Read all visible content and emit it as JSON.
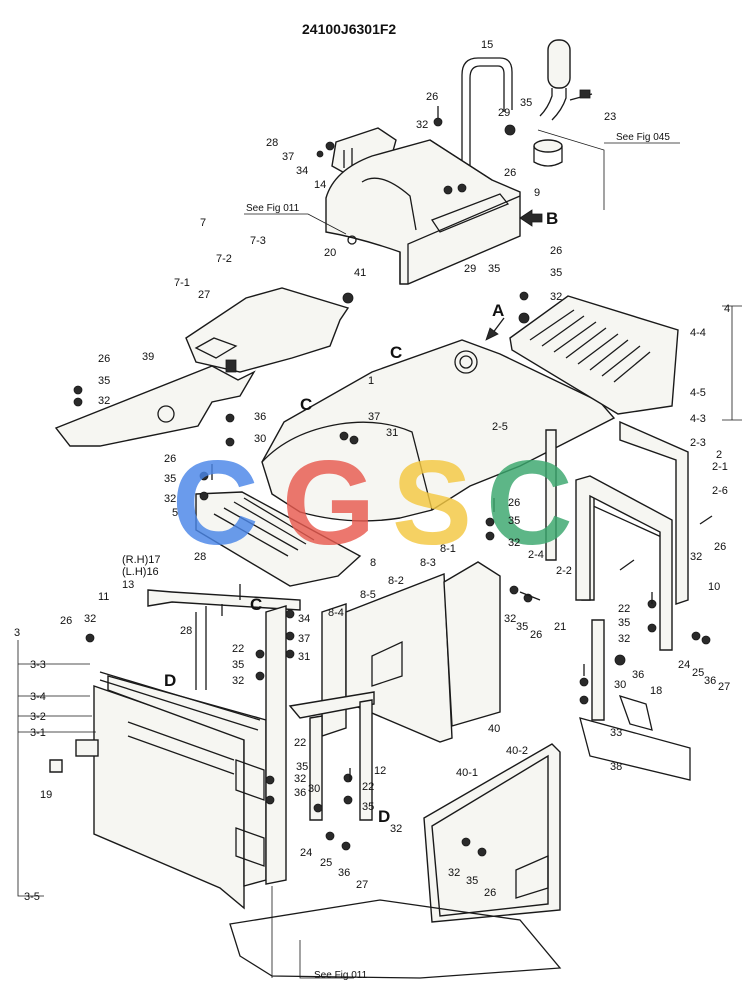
{
  "drawing_number": "24100J6301F2",
  "references": {
    "fig_045": "See Fig 045",
    "fig_011_top": "See Fig 011",
    "fig_011_bottom": "See Fig 011"
  },
  "view_markers": {
    "a": "A",
    "b": "B",
    "c1": "C",
    "c2": "C",
    "c3": "C",
    "d1": "D",
    "d2": "D"
  },
  "watermark": {
    "text": "CGSC",
    "colors": [
      "#4a86e8",
      "#e85a4f",
      "#f4c842",
      "#3aa76d"
    ]
  },
  "callouts": [
    {
      "id": "c1",
      "text": "15"
    },
    {
      "id": "c2",
      "text": "26"
    },
    {
      "id": "c3",
      "text": "32"
    },
    {
      "id": "c4",
      "text": "29"
    },
    {
      "id": "c5",
      "text": "35"
    },
    {
      "id": "c6",
      "text": "23"
    },
    {
      "id": "c7",
      "text": "28"
    },
    {
      "id": "c8",
      "text": "37"
    },
    {
      "id": "c9",
      "text": "34"
    },
    {
      "id": "c10",
      "text": "14"
    },
    {
      "id": "c11",
      "text": "26"
    },
    {
      "id": "c12",
      "text": "9"
    },
    {
      "id": "c13",
      "text": "29"
    },
    {
      "id": "c14",
      "text": "35"
    },
    {
      "id": "c15",
      "text": "7"
    },
    {
      "id": "c16",
      "text": "7-3"
    },
    {
      "id": "c17",
      "text": "7-2"
    },
    {
      "id": "c18",
      "text": "20"
    },
    {
      "id": "c19",
      "text": "41"
    },
    {
      "id": "c20",
      "text": "7-1"
    },
    {
      "id": "c21",
      "text": "27"
    },
    {
      "id": "c22",
      "text": "26"
    },
    {
      "id": "c23",
      "text": "35"
    },
    {
      "id": "c24",
      "text": "32"
    },
    {
      "id": "c25",
      "text": "39"
    },
    {
      "id": "c26",
      "text": "26"
    },
    {
      "id": "c27",
      "text": "35"
    },
    {
      "id": "c28",
      "text": "32"
    },
    {
      "id": "c29",
      "text": "4"
    },
    {
      "id": "c30",
      "text": "4-4"
    },
    {
      "id": "c31",
      "text": "1"
    },
    {
      "id": "c32",
      "text": "36"
    },
    {
      "id": "c33",
      "text": "30"
    },
    {
      "id": "c34",
      "text": "37"
    },
    {
      "id": "c35",
      "text": "31"
    },
    {
      "id": "c36",
      "text": "4-5"
    },
    {
      "id": "c37",
      "text": "4-3"
    },
    {
      "id": "c38",
      "text": "2-5"
    },
    {
      "id": "c39",
      "text": "2-3"
    },
    {
      "id": "c40",
      "text": "2"
    },
    {
      "id": "c41",
      "text": "2-1"
    },
    {
      "id": "c42",
      "text": "2-6"
    },
    {
      "id": "c43",
      "text": "26"
    },
    {
      "id": "c44",
      "text": "35"
    },
    {
      "id": "c45",
      "text": "32"
    },
    {
      "id": "c46",
      "text": "5"
    },
    {
      "id": "c47",
      "text": "26"
    },
    {
      "id": "c48",
      "text": "35"
    },
    {
      "id": "c49",
      "text": "32"
    },
    {
      "id": "c50",
      "text": "2-4"
    },
    {
      "id": "c51",
      "text": "2-2"
    },
    {
      "id": "c52",
      "text": "32"
    },
    {
      "id": "c53",
      "text": "26"
    },
    {
      "id": "c54",
      "text": "10"
    },
    {
      "id": "c55",
      "text": "(R.H)17"
    },
    {
      "id": "c56",
      "text": "(L.H)16"
    },
    {
      "id": "c57",
      "text": "28"
    },
    {
      "id": "c58",
      "text": "8"
    },
    {
      "id": "c59",
      "text": "8-1"
    },
    {
      "id": "c60",
      "text": "8-3"
    },
    {
      "id": "c61",
      "text": "13"
    },
    {
      "id": "c62",
      "text": "8-2"
    },
    {
      "id": "c63",
      "text": "8-5"
    },
    {
      "id": "c64",
      "text": "8-4"
    },
    {
      "id": "c65",
      "text": "32"
    },
    {
      "id": "c66",
      "text": "35"
    },
    {
      "id": "c67",
      "text": "26"
    },
    {
      "id": "c68",
      "text": "22"
    },
    {
      "id": "c69",
      "text": "35"
    },
    {
      "id": "c70",
      "text": "32"
    },
    {
      "id": "c71",
      "text": "21"
    },
    {
      "id": "c72",
      "text": "36"
    },
    {
      "id": "c73",
      "text": "30"
    },
    {
      "id": "c74",
      "text": "24"
    },
    {
      "id": "c75",
      "text": "25"
    },
    {
      "id": "c76",
      "text": "36"
    },
    {
      "id": "c77",
      "text": "27"
    },
    {
      "id": "c78",
      "text": "11"
    },
    {
      "id": "c79",
      "text": "28"
    },
    {
      "id": "c80",
      "text": "34"
    },
    {
      "id": "c81",
      "text": "37"
    },
    {
      "id": "c82",
      "text": "31"
    },
    {
      "id": "c83",
      "text": "22"
    },
    {
      "id": "c84",
      "text": "35"
    },
    {
      "id": "c85",
      "text": "32"
    },
    {
      "id": "c86",
      "text": "26"
    },
    {
      "id": "c87",
      "text": "32"
    },
    {
      "id": "c88",
      "text": "3"
    },
    {
      "id": "c89",
      "text": "3-3"
    },
    {
      "id": "c90",
      "text": "3-4"
    },
    {
      "id": "c91",
      "text": "3-2"
    },
    {
      "id": "c92",
      "text": "3-1"
    },
    {
      "id": "c93",
      "text": "22"
    },
    {
      "id": "c94",
      "text": "35"
    },
    {
      "id": "c95",
      "text": "32"
    },
    {
      "id": "c96",
      "text": "36"
    },
    {
      "id": "c97",
      "text": "30"
    },
    {
      "id": "c98",
      "text": "12"
    },
    {
      "id": "c99",
      "text": "22"
    },
    {
      "id": "c100",
      "text": "35"
    },
    {
      "id": "c101",
      "text": "32"
    },
    {
      "id": "c102",
      "text": "18"
    },
    {
      "id": "c103",
      "text": "33"
    },
    {
      "id": "c104",
      "text": "38"
    },
    {
      "id": "c105",
      "text": "19"
    },
    {
      "id": "c106",
      "text": "40"
    },
    {
      "id": "c107",
      "text": "40-2"
    },
    {
      "id": "c108",
      "text": "40-1"
    },
    {
      "id": "c109",
      "text": "24"
    },
    {
      "id": "c110",
      "text": "25"
    },
    {
      "id": "c111",
      "text": "36"
    },
    {
      "id": "c112",
      "text": "27"
    },
    {
      "id": "c113",
      "text": "32"
    },
    {
      "id": "c114",
      "text": "35"
    },
    {
      "id": "c115",
      "text": "26"
    },
    {
      "id": "c116",
      "text": "3-5"
    }
  ]
}
